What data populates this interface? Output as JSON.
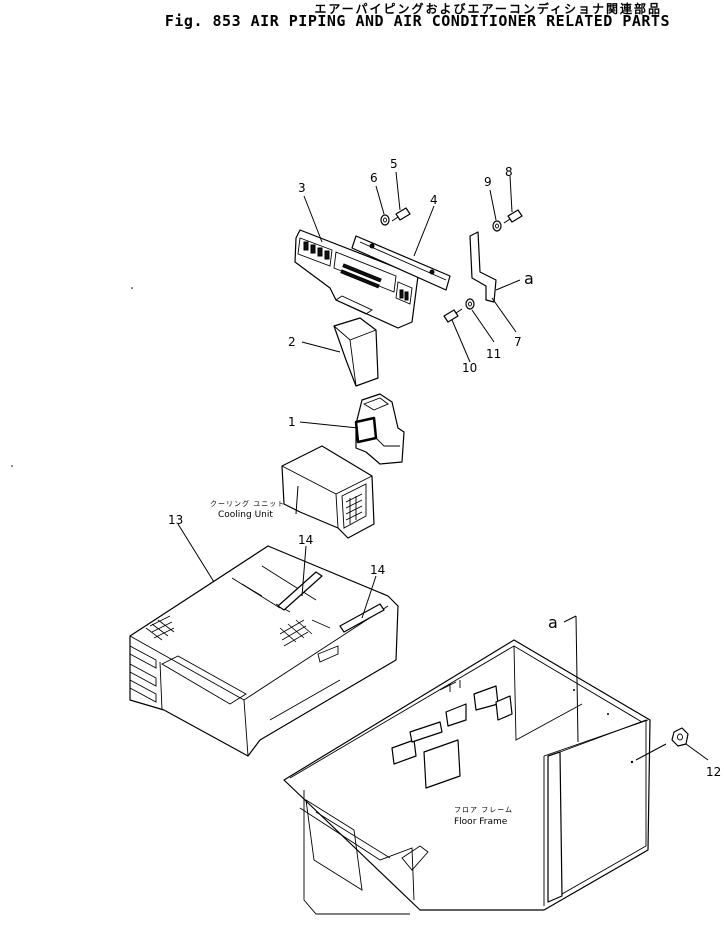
{
  "title": {
    "japanese": "エアーパイピングおよびエアーコンディショナ関連部品",
    "english": "Fig. 853 AIR PIPING AND AIR CONDITIONER RELATED PARTS"
  },
  "captions": {
    "cooling_unit_jp": "クーリング ユニット",
    "cooling_unit_en": "Cooling Unit",
    "floor_frame_jp": "フロア フレーム",
    "floor_frame_en": "Floor Frame"
  },
  "callouts": {
    "p1": "1",
    "p2": "2",
    "p3": "3",
    "p4": "4",
    "p5": "5",
    "p6": "6",
    "p7": "7",
    "p8": "8",
    "p9": "9",
    "p10": "10",
    "p11": "11",
    "p12": "12",
    "p13": "13",
    "p14a": "14",
    "p14b": "14",
    "ref_a_top": "a",
    "ref_a_bottom": "a"
  }
}
